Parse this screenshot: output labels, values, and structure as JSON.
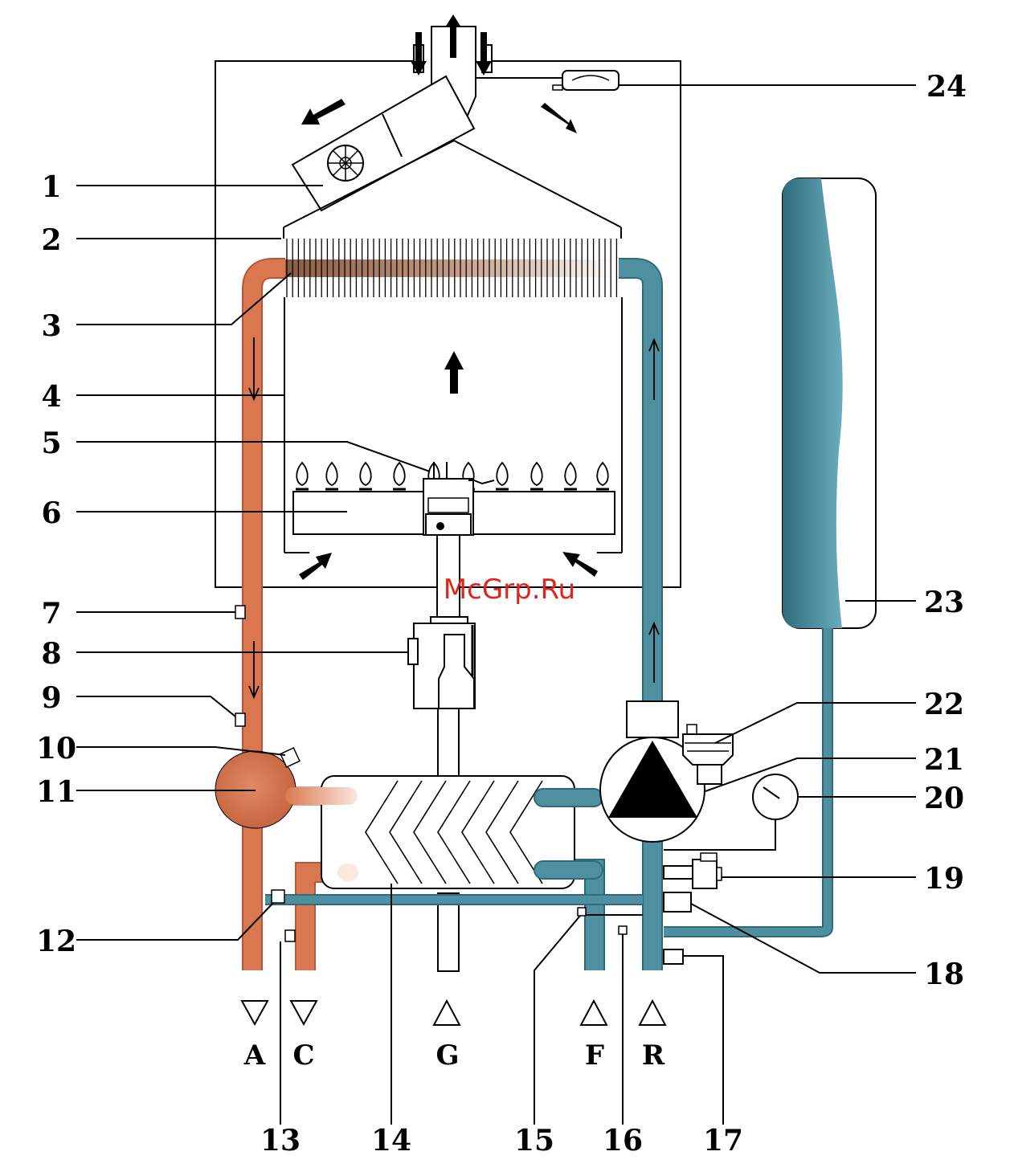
{
  "colors": {
    "hot_pipe": "#d9784f",
    "hot_pipe_dark": "#b8553a",
    "cold_pipe": "#4e8fa0",
    "cold_pipe_dark": "#2f6b7c",
    "watermark": "#e0241b"
  },
  "component_numbers": [
    "1",
    "2",
    "3",
    "4",
    "5",
    "6",
    "7",
    "8",
    "9",
    "10",
    "11",
    "12",
    "13",
    "14",
    "15",
    "16",
    "17",
    "18",
    "19",
    "20",
    "21",
    "22",
    "23",
    "24"
  ],
  "ports": [
    "A",
    "C",
    "G",
    "F",
    "R"
  ],
  "watermark": "McGrp.Ru"
}
